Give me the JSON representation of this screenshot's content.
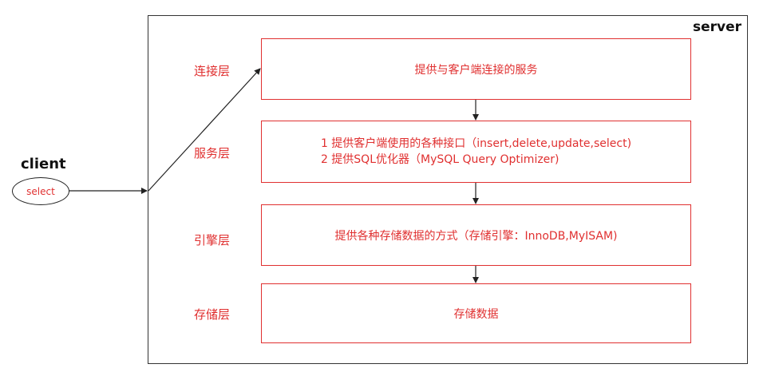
{
  "colors": {
    "accent_red": "#e03030",
    "line": "#222222"
  },
  "client": {
    "title": "client",
    "node_label": "select"
  },
  "server": {
    "title": "server"
  },
  "layers": [
    {
      "name": "连接层",
      "description_lines": [
        "提供与客户端连接的服务"
      ]
    },
    {
      "name": "服务层",
      "description_lines": [
        "1 提供客户端使用的各种接口（insert,delete,update,select)",
        "2 提供SQL优化器（MySQL Query Optimizer)"
      ]
    },
    {
      "name": "引擎层",
      "description_lines": [
        "提供各种存储数据的方式（存储引擎：InnoDB,MyISAM)"
      ]
    },
    {
      "name": "存储层",
      "description_lines": [
        "存储数据"
      ]
    }
  ]
}
